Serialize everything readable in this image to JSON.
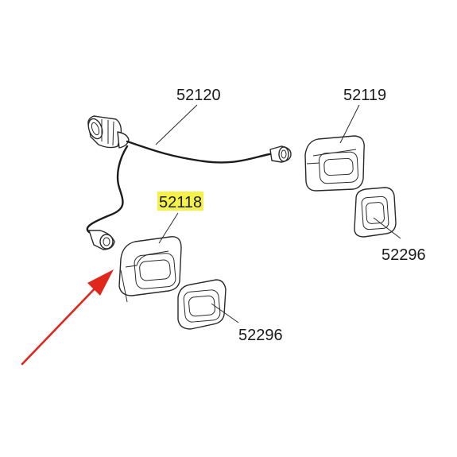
{
  "parts": {
    "cable": {
      "number": "52120"
    },
    "lamp_right": {
      "number": "52119"
    },
    "lamp_left": {
      "number": "52118"
    },
    "gasket_right": {
      "number": "52296"
    },
    "gasket_left": {
      "number": "52296"
    }
  },
  "colors": {
    "highlight": "#f4f24a",
    "arrow": "#e1261c",
    "line": "#2a2a2a"
  },
  "icons": {
    "pointer": "red-arrow-icon"
  }
}
